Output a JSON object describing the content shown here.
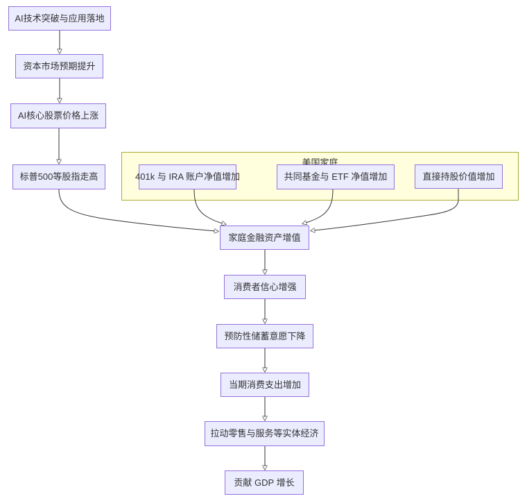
{
  "diagram": {
    "type": "flowchart",
    "direction": "top-to-bottom",
    "colors": {
      "node_fill": "#ECECFF",
      "node_border": "#9370DB",
      "subgraph_fill": "#FFFFDE",
      "subgraph_border": "#AAAA33",
      "edge_color": "#333333",
      "text_color": "#333333"
    },
    "subgraph": {
      "title": "美国家庭"
    },
    "nodes": {
      "a1": {
        "label": "AI技术突破与应用落地"
      },
      "a2": {
        "label": "资本市场预期提升"
      },
      "a3": {
        "label": "AI核心股票价格上涨"
      },
      "a4": {
        "label": "标普500等股指走高"
      },
      "b1": {
        "label": "401k 与 IRA 账户净值增加"
      },
      "b2": {
        "label": "共同基金与 ETF 净值增加"
      },
      "b3": {
        "label": "直接持股价值增加"
      },
      "c": {
        "label": "家庭金融资产增值"
      },
      "d": {
        "label": "消费者信心增强"
      },
      "e": {
        "label": "预防性储蓄意愿下降"
      },
      "f": {
        "label": "当期消费支出增加"
      },
      "g": {
        "label": "拉动零售与服务等实体经济"
      },
      "h": {
        "label": "贡献 GDP 增长"
      }
    },
    "edges": [
      {
        "from": "a1",
        "to": "a2"
      },
      {
        "from": "a2",
        "to": "a3"
      },
      {
        "from": "a3",
        "to": "a4"
      },
      {
        "from": "a4",
        "to": "c"
      },
      {
        "from": "b1",
        "to": "c"
      },
      {
        "from": "b2",
        "to": "c"
      },
      {
        "from": "b3",
        "to": "c"
      },
      {
        "from": "c",
        "to": "d"
      },
      {
        "from": "d",
        "to": "e"
      },
      {
        "from": "e",
        "to": "f"
      },
      {
        "from": "f",
        "to": "g"
      },
      {
        "from": "g",
        "to": "h"
      }
    ]
  }
}
